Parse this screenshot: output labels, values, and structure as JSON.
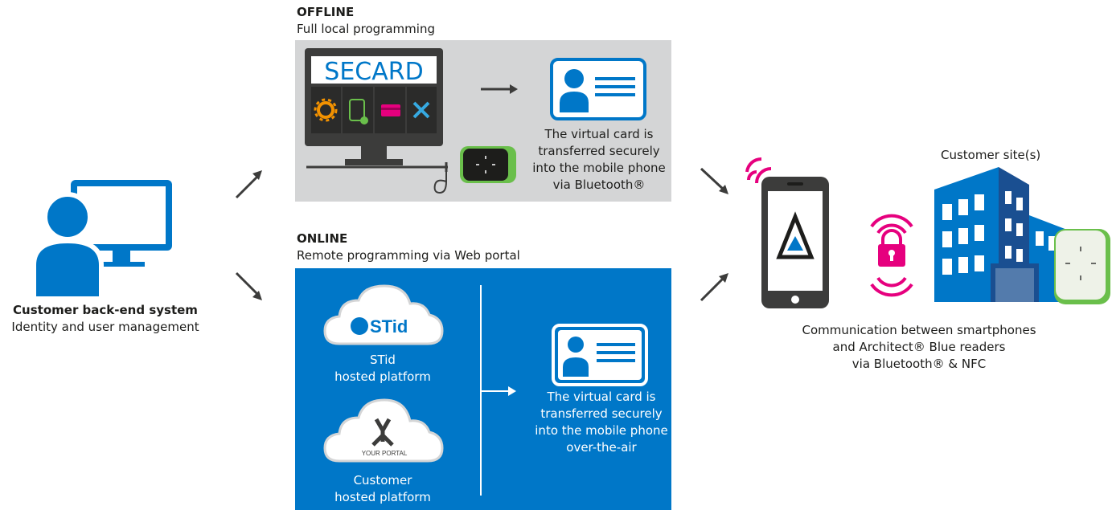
{
  "backend": {
    "title": "Customer back-end system",
    "subtitle": "Identity and user management"
  },
  "offline": {
    "title": "OFFLINE",
    "subtitle": "Full local programming",
    "software_logo": "SECARD",
    "card_text": [
      "The virtual card is",
      "transferred securely",
      "into the mobile phone",
      "via Bluetooth®"
    ]
  },
  "online": {
    "title": "ONLINE",
    "subtitle": "Remote programming via Web portal",
    "stid_logo": "STid",
    "stid_platform": [
      "STid",
      "hosted platform"
    ],
    "portal_logo": "YOUR PORTAL",
    "customer_platform": [
      "Customer",
      "hosted platform"
    ],
    "card_text": [
      "The virtual card is",
      "transferred securely",
      "into the mobile phone",
      "over-the-air"
    ]
  },
  "site": {
    "title": "Customer site(s)",
    "communication": [
      "Communication between smartphones",
      "and Architect® Blue readers",
      "via Bluetooth® & NFC"
    ]
  },
  "colors": {
    "blue": "#0077c8",
    "grey_panel": "#d4d5d6",
    "pink": "#e6007e",
    "green": "#6abf4b",
    "dark": "#3c3c3b"
  },
  "icons": [
    "user-icon",
    "monitor-icon",
    "secard-monitor-icon",
    "gear-icon",
    "card-check-icon",
    "card-icon",
    "tools-icon",
    "reader-icon",
    "id-card-icon",
    "cloud-icon",
    "smartphone-icon",
    "wireless-icon",
    "lock-icon",
    "building-icon"
  ]
}
